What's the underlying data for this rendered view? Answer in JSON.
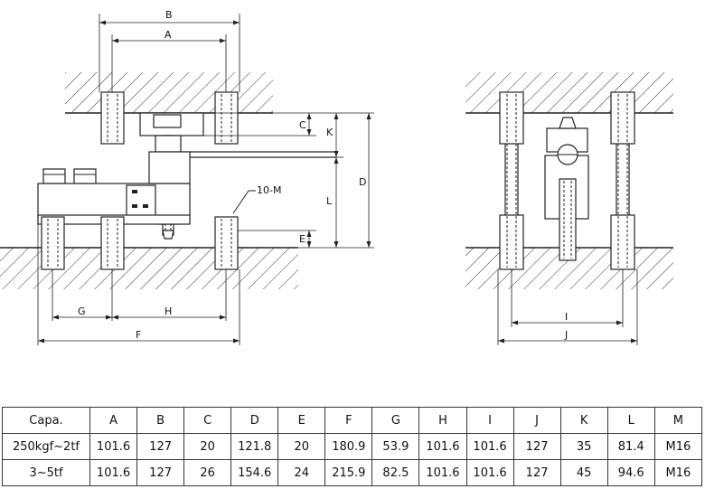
{
  "drawing": {
    "dim_labels": {
      "A": "A",
      "B": "B",
      "C": "C",
      "D": "D",
      "E": "E",
      "F": "F",
      "G": "G",
      "H": "H",
      "I": "I",
      "J": "J",
      "K": "K",
      "L": "L"
    },
    "callout": "10-M"
  },
  "table": {
    "header": [
      "Capa.",
      "A",
      "B",
      "C",
      "D",
      "E",
      "F",
      "G",
      "H",
      "I",
      "J",
      "K",
      "L",
      "M"
    ],
    "rows": [
      [
        "250kgf~2tf",
        "101.6",
        "127",
        "20",
        "121.8",
        "20",
        "180.9",
        "53.9",
        "101.6",
        "101.6",
        "127",
        "35",
        "81.4",
        "M16"
      ],
      [
        "3~5tf",
        "101.6",
        "127",
        "26",
        "154.6",
        "24",
        "215.9",
        "82.5",
        "101.6",
        "101.6",
        "127",
        "45",
        "94.6",
        "M16"
      ]
    ]
  }
}
